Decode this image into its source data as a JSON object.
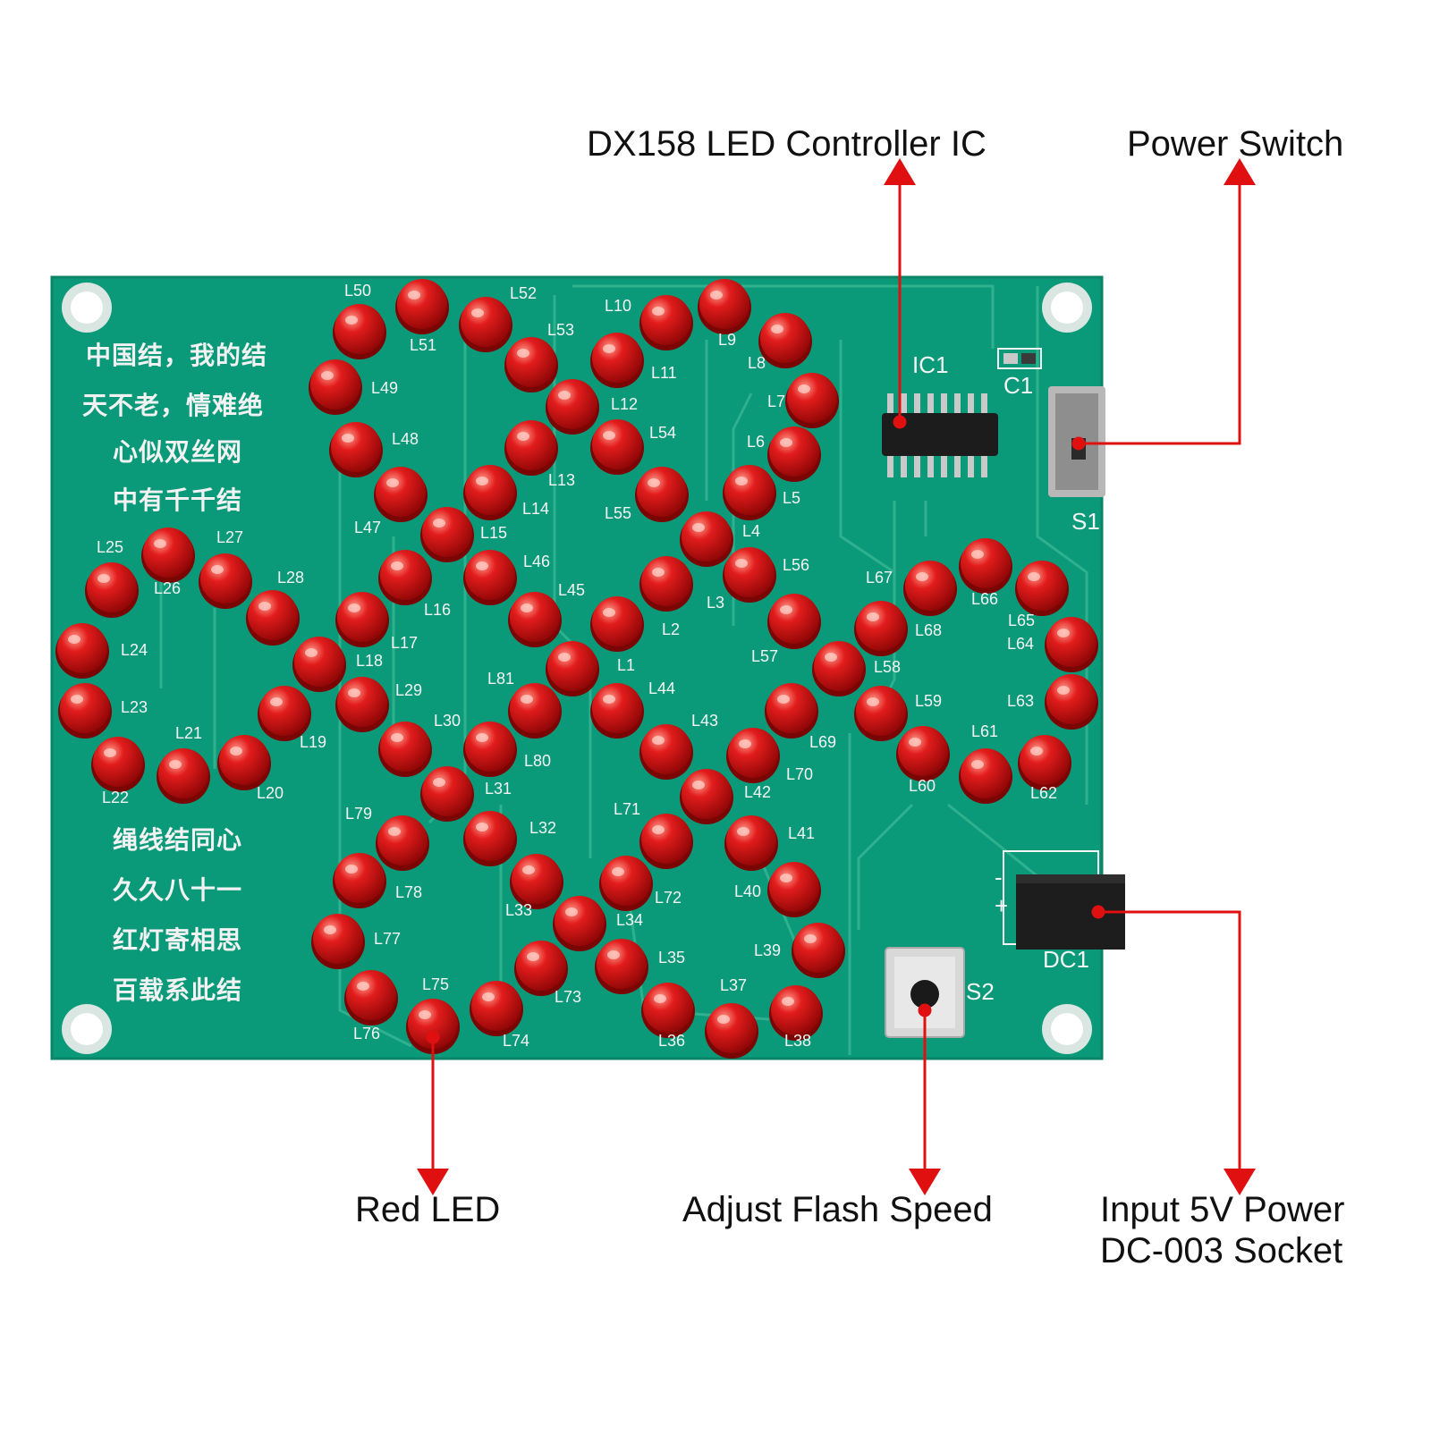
{
  "callouts": {
    "ic": "DX158 LED Controller IC",
    "switch": "Power Switch",
    "led": "Red LED",
    "speed": "Adjust Flash Speed",
    "power_line1": "Input 5V Power",
    "power_line2": "DC-003 Socket"
  },
  "poem_top": [
    "中国结，我的结",
    "天不老，情难绝",
    "心似双丝网",
    "中有千千结"
  ],
  "poem_bottom": [
    "绳线结同心",
    "久久八十一",
    "红灯寄相思",
    "百载系此结"
  ],
  "silkscreen": {
    "ic": "IC1",
    "cap": "C1",
    "switch": "S1",
    "button": "S2",
    "socket": "DC1",
    "socket_minus": "-",
    "socket_plus": "+"
  },
  "led_labels": [
    "L1",
    "L2",
    "L3",
    "L4",
    "L5",
    "L6",
    "L7",
    "L8",
    "L9",
    "L10",
    "L11",
    "L12",
    "L13",
    "L14",
    "L15",
    "L16",
    "L17",
    "L18",
    "L19",
    "L20",
    "L21",
    "L22",
    "L23",
    "L24",
    "L25",
    "L26",
    "L27",
    "L28",
    "L29",
    "L30",
    "L31",
    "L32",
    "L33",
    "L34",
    "L35",
    "L36",
    "L37",
    "L38",
    "L39",
    "L40",
    "L41",
    "L42",
    "L43",
    "L44",
    "L45",
    "L46",
    "L47",
    "L48",
    "L49",
    "L50",
    "L51",
    "L52",
    "L53",
    "L54",
    "L55",
    "L56",
    "L57",
    "L58",
    "L59",
    "L60",
    "L61",
    "L62",
    "L63",
    "L64",
    "L65",
    "L66",
    "L67",
    "L68",
    "L69",
    "L70",
    "L71",
    "L72",
    "L73",
    "L74",
    "L75",
    "L76",
    "L77",
    "L78",
    "L79",
    "L80",
    "L81"
  ],
  "colors": {
    "board": "#0b9a79",
    "trace": "#2fb08e",
    "led": "#d41414",
    "arrow": "#e01010"
  }
}
